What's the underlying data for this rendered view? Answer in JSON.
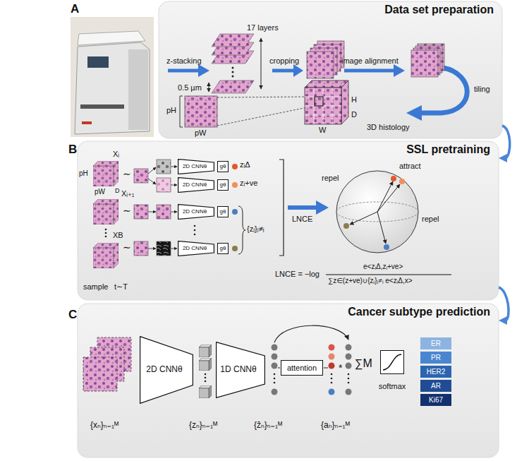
{
  "diagram": {
    "nodes": [
      {
        "text": [
          "Data set preparation"
        ]
      },
      {
        "text": [
          "SSL pretraining"
        ]
      },
      {
        "text": [
          "2D CNNθ"
        ],
        "in": 1
      },
      {
        "text": [
          "gθ"
        ],
        "in": 1
      },
      {
        "text": [
          "2D CNNθ"
        ],
        "in": 1
      },
      {
        "text": [
          "gθ"
        ],
        "in": 1
      },
      {
        "text": [
          "2D CNNθ"
        ],
        "in": 1
      },
      {
        "text": [
          "gθ"
        ],
        "in": 1
      },
      {
        "text": [
          "2D CNNθ"
        ],
        "in": 1
      },
      {
        "text": [
          "gθ"
        ],
        "in": 1
      },
      {
        "text": [
          "Cancer subtype prediction"
        ]
      },
      {
        "text": [
          "2D CNNθ"
        ],
        "in": 10
      },
      {
        "text": [
          "1D CNNθ"
        ],
        "in": 10
      },
      {
        "text": [
          "attention"
        ],
        "in": 10
      },
      {
        "text": [
          "softmax"
        ],
        "in": 10
      },
      {
        "text": [
          "ER"
        ],
        "in": 10
      },
      {
        "text": [
          "PR"
        ],
        "in": 10
      },
      {
        "text": [
          "HER2"
        ],
        "in": 10
      },
      {
        "text": [
          "AR"
        ],
        "in": 10
      },
      {
        "text": [
          "Ki67"
        ],
        "in": 10
      }
    ],
    "edges": [
      {
        "from": 0,
        "to": 1,
        "arrow": "to"
      },
      {
        "from": 1,
        "to": 10,
        "arrow": "to"
      }
    ],
    "labels": [
      "A",
      "z-stacking",
      "17 layers",
      "0.5 µm",
      "cropping",
      "image alignment",
      "tiling",
      "3D histology",
      "pH",
      "pW",
      "H",
      "W",
      "D",
      "B",
      "pH",
      "pW",
      "D",
      "Xᵢ",
      "Xᵢ₊₁",
      "XB",
      "∼",
      "∼",
      "∼",
      "sample",
      "t∼T",
      "zᵢΔ",
      "zᵢ+ve",
      "{zⱼ}ⱼ≠ᵢ",
      "LNCE",
      "repel",
      "attract",
      "repel",
      "LNCE = −log",
      "e<zᵢΔ,zᵢ+ve>",
      "∑z∈(z+ve)∪{zⱼ}ⱼ≠ᵢ e<zᵢΔ,x>",
      "C",
      "{xₙ}ₙ₌₁ᴹ",
      "{zₙ}ₙ₌₁ᴹ",
      "{z̄ₙ}ₙ₌₁ᴹ",
      "{aₙ}ₙ₌₁ᴹ",
      "*",
      "∑M"
    ]
  }
}
